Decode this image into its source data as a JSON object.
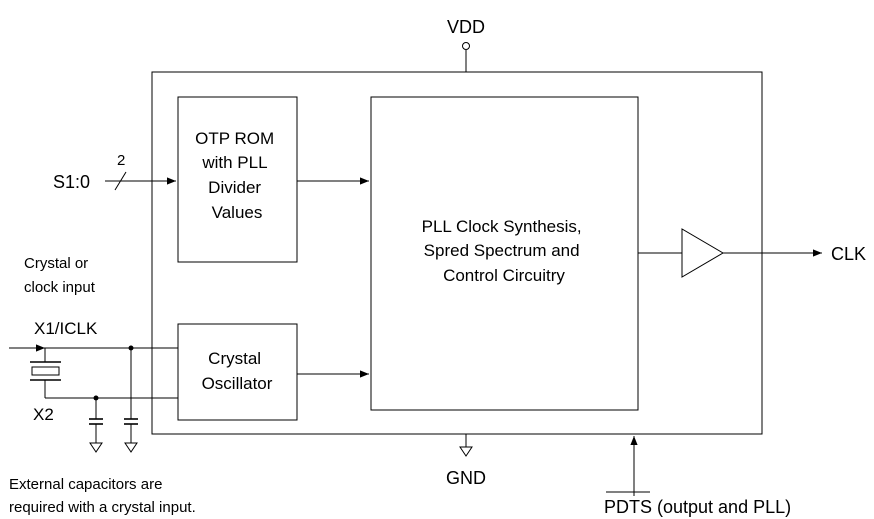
{
  "pins": {
    "vdd": "VDD",
    "gnd": "GND",
    "s_input": "S1:0",
    "bus_width": "2",
    "x1": "X1/ICLK",
    "x2": "X2",
    "clk": "CLK",
    "pdts": "PDTS (output and PLL)"
  },
  "blocks": {
    "otp_rom": [
      "OTP ROM",
      "with PLL",
      "Divider",
      "Values"
    ],
    "crystal_osc": [
      "Crystal",
      "Oscillator"
    ],
    "pll": [
      "PLL Clock Synthesis,",
      "Spred Spectrum and",
      "Control Circuitry"
    ]
  },
  "notes": {
    "crystal_input": [
      "Crystal or",
      "clock input"
    ],
    "capacitors": [
      "External capacitors are",
      "required with a crystal input."
    ]
  }
}
